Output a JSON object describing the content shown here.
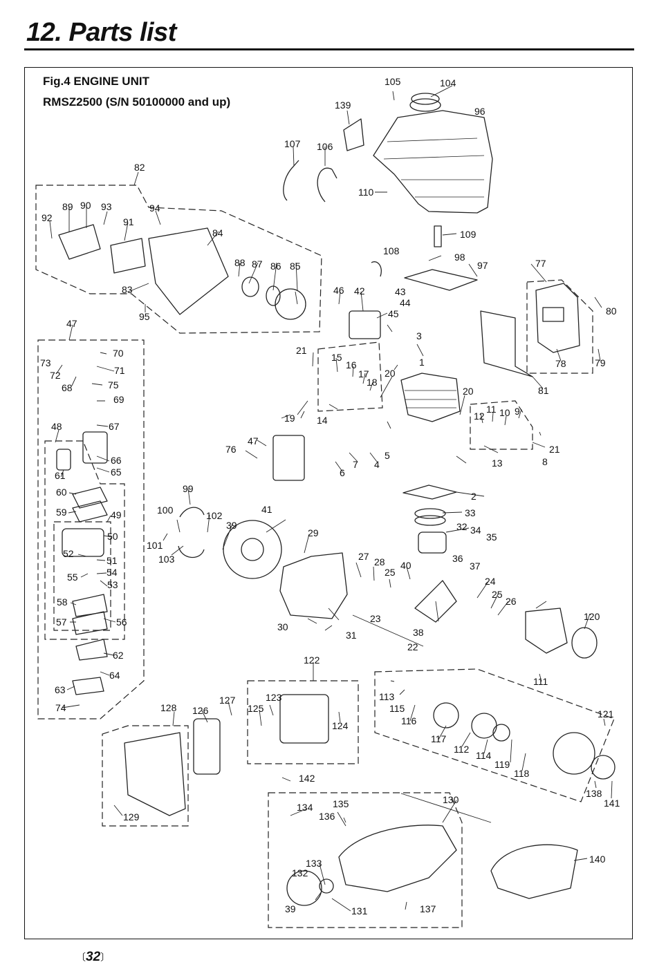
{
  "page": {
    "title": "12. Parts list",
    "page_number": "32",
    "page_number_open": "〔",
    "page_number_close": "〕"
  },
  "figure": {
    "title": "Fig.4 ENGINE UNIT",
    "subtitle": "RMSZ2500  (S/N 50100000 and up)"
  },
  "callouts": [
    "1",
    "2",
    "3",
    "4",
    "5",
    "6",
    "7",
    "8",
    "9",
    "10",
    "11",
    "12",
    "13",
    "14",
    "15",
    "16",
    "17",
    "18",
    "19",
    "20",
    "20",
    "21",
    "21",
    "22",
    "23",
    "24",
    "25",
    "25",
    "26",
    "27",
    "28",
    "29",
    "30",
    "31",
    "32",
    "33",
    "34",
    "35",
    "36",
    "37",
    "38",
    "39",
    "39",
    "40",
    "41",
    "42",
    "43",
    "44",
    "45",
    "46",
    "47",
    "47",
    "48",
    "49",
    "50",
    "51",
    "52",
    "53",
    "54",
    "55",
    "56",
    "57",
    "58",
    "59",
    "60",
    "61",
    "62",
    "63",
    "64",
    "65",
    "66",
    "67",
    "68",
    "69",
    "70",
    "71",
    "72",
    "73",
    "74",
    "75",
    "76",
    "77",
    "78",
    "79",
    "80",
    "81",
    "82",
    "83",
    "84",
    "85",
    "86",
    "87",
    "88",
    "89",
    "90",
    "91",
    "92",
    "93",
    "94",
    "95",
    "96",
    "97",
    "98",
    "99",
    "100",
    "101",
    "102",
    "103",
    "104",
    "105",
    "106",
    "107",
    "108",
    "109",
    "110",
    "111",
    "112",
    "113",
    "114",
    "115",
    "116",
    "117",
    "118",
    "119",
    "120",
    "121",
    "122",
    "123",
    "124",
    "125",
    "126",
    "127",
    "128",
    "129",
    "130",
    "131",
    "132",
    "133",
    "134",
    "135",
    "136",
    "137",
    "138",
    "139",
    "140",
    "141",
    "142"
  ]
}
